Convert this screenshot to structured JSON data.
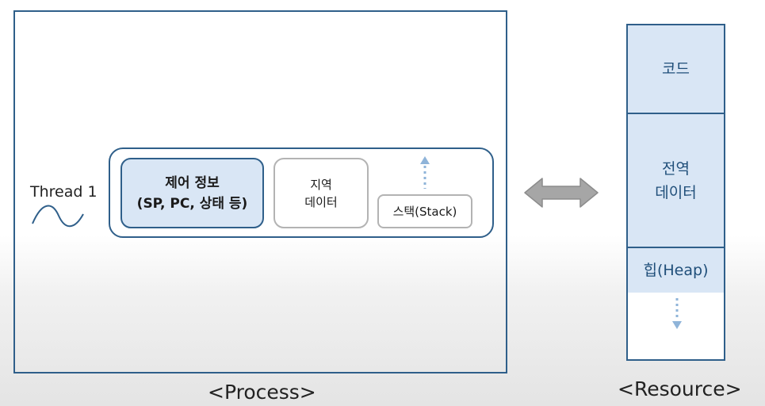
{
  "process": {
    "caption": "<Process>",
    "thread_label": "Thread 1",
    "control_info": {
      "line1": "제어 정보",
      "line2": "(SP, PC, 상태 등)"
    },
    "local_data": {
      "line1": "지역",
      "line2": "데이터"
    },
    "stack_label": "스택(Stack)"
  },
  "resource": {
    "caption": "<Resource>",
    "code_label": "코드",
    "global_data": {
      "line1": "전역",
      "line2": "데이터"
    },
    "heap_label": "힙(Heap)"
  },
  "colors": {
    "border": "#2f5f8a",
    "fill": "#d9e6f5",
    "text_blue": "#1f4e79",
    "arrow_gray": "#a6a6a6",
    "dotted_arrow": "#8fb4d9"
  },
  "icons": {
    "thread": "wave-icon",
    "connector": "double-arrow-icon",
    "stack_growth": "dotted-up-arrow-icon",
    "heap_growth": "dotted-down-arrow-icon"
  }
}
